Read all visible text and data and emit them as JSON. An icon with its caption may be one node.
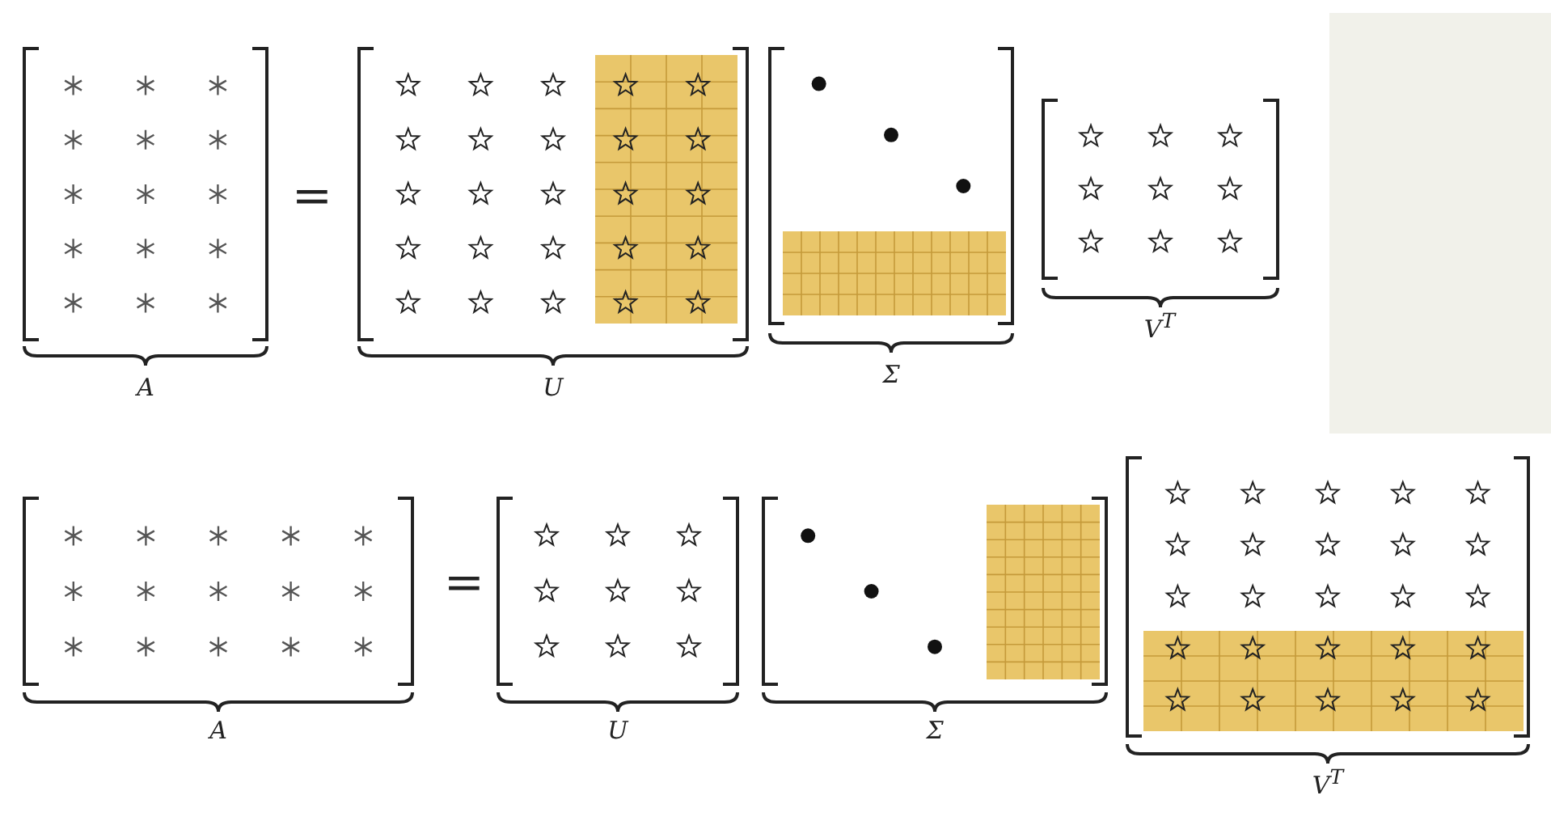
{
  "diagram": {
    "labels": [
      "=",
      "A",
      "U",
      "Σ",
      "V$^{T}$",
      "=",
      "A",
      "U",
      "Σ",
      "V$^{T}$"
    ]
  }
}
